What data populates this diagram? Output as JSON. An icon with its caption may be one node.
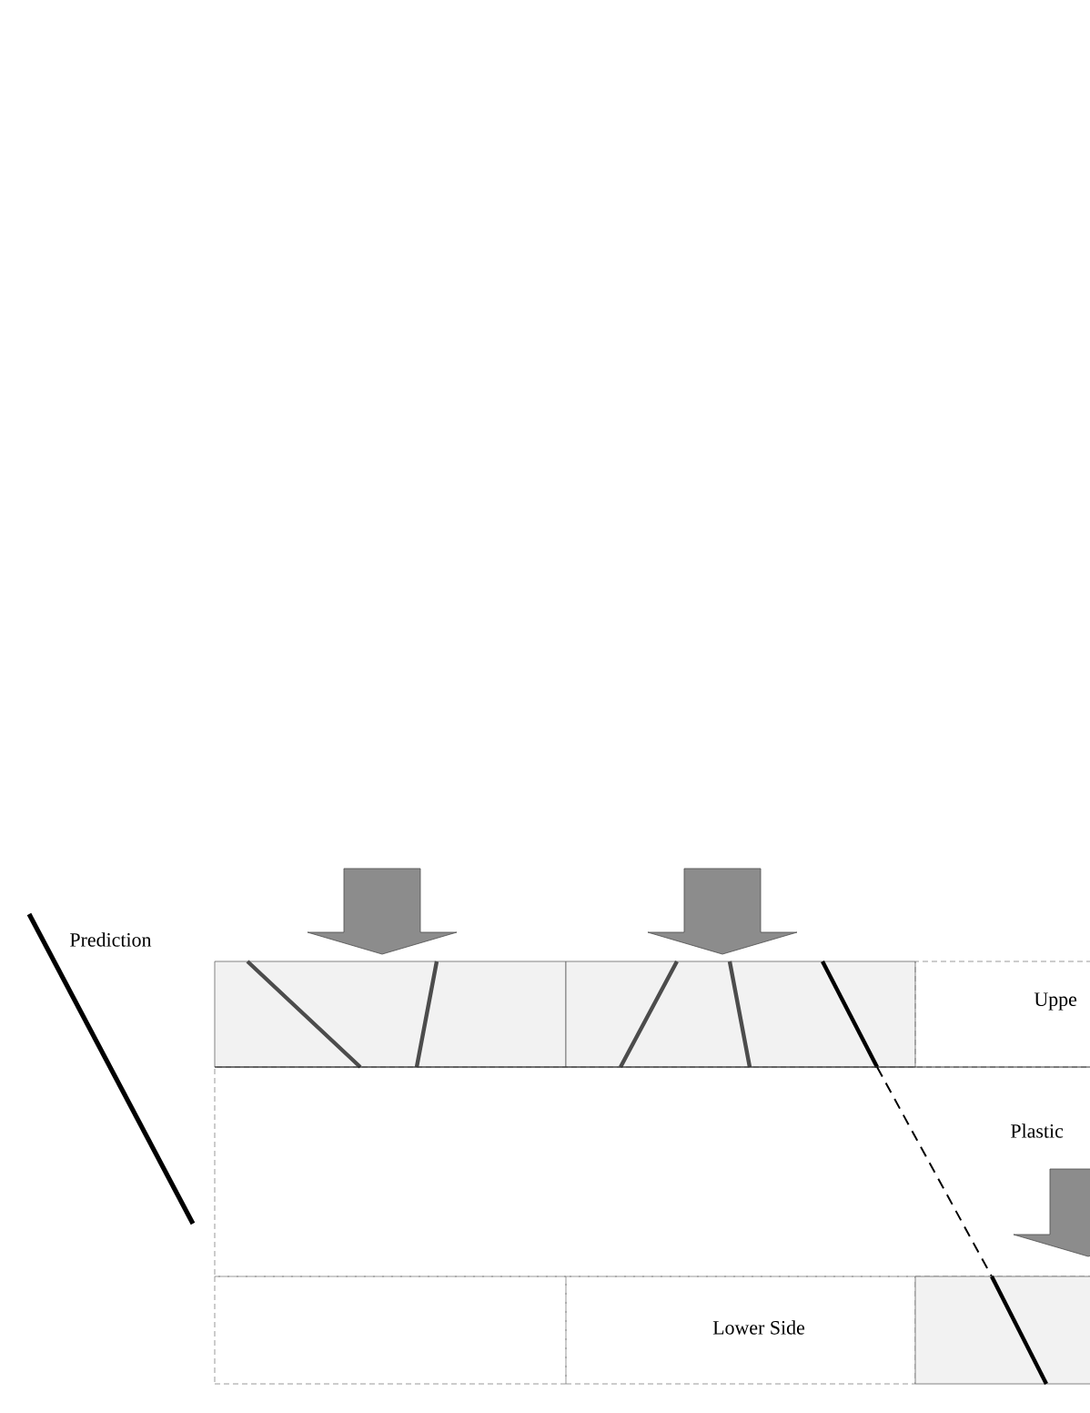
{
  "diagram": {
    "nodes": [
      {
        "text": [],
        "shape": "box"
      },
      {
        "text": [],
        "shape": "box"
      },
      {
        "text": [
          "Uppe"
        ]
      },
      {
        "text": [
          "Plastic"
        ]
      },
      {
        "text": [],
        "shape": "box"
      },
      {
        "text": [
          "Lower Side"
        ]
      },
      {
        "text": [],
        "shape": "box"
      }
    ],
    "labels": [
      "Prediction"
    ]
  }
}
